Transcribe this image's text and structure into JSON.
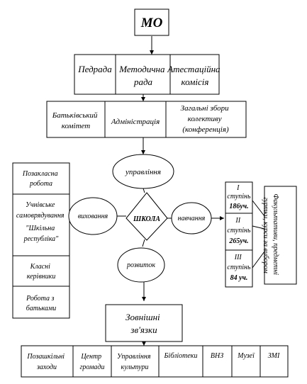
{
  "top": {
    "label": "МО"
  },
  "row1": [
    "Педрада",
    "Методична рада",
    "Атестаційна комісія"
  ],
  "row2": [
    "Батьківський комітет",
    "Адміністрація",
    "Загальні збори колективу (конференція)"
  ],
  "ovals": {
    "management": "управління",
    "upbringing": "виховання",
    "teaching": "навчання",
    "development": "розвиток"
  },
  "center": "ШКОЛА",
  "left_column": [
    "Позакласна робота",
    "Учнівське самоврядування \"Шкільна республіка\"",
    "Класні керівники",
    "Робота з батьками"
  ],
  "stages": [
    {
      "name": "І ступінь",
      "count": "186уч."
    },
    {
      "name": "ІІ ступінь",
      "count": "265уч."
    },
    {
      "name": "ІІІ ступінь",
      "count": "84 уч."
    }
  ],
  "electives": "Факультативи, предметні гуртки, курси за вибором",
  "external": "Зовнішні зв'язки",
  "bottom_row": [
    "Позашкільні заходи",
    "Центр громади",
    "Управління культури",
    "Бібліотеки",
    "ВНЗ",
    "Музеї",
    "ЗМІ"
  ]
}
